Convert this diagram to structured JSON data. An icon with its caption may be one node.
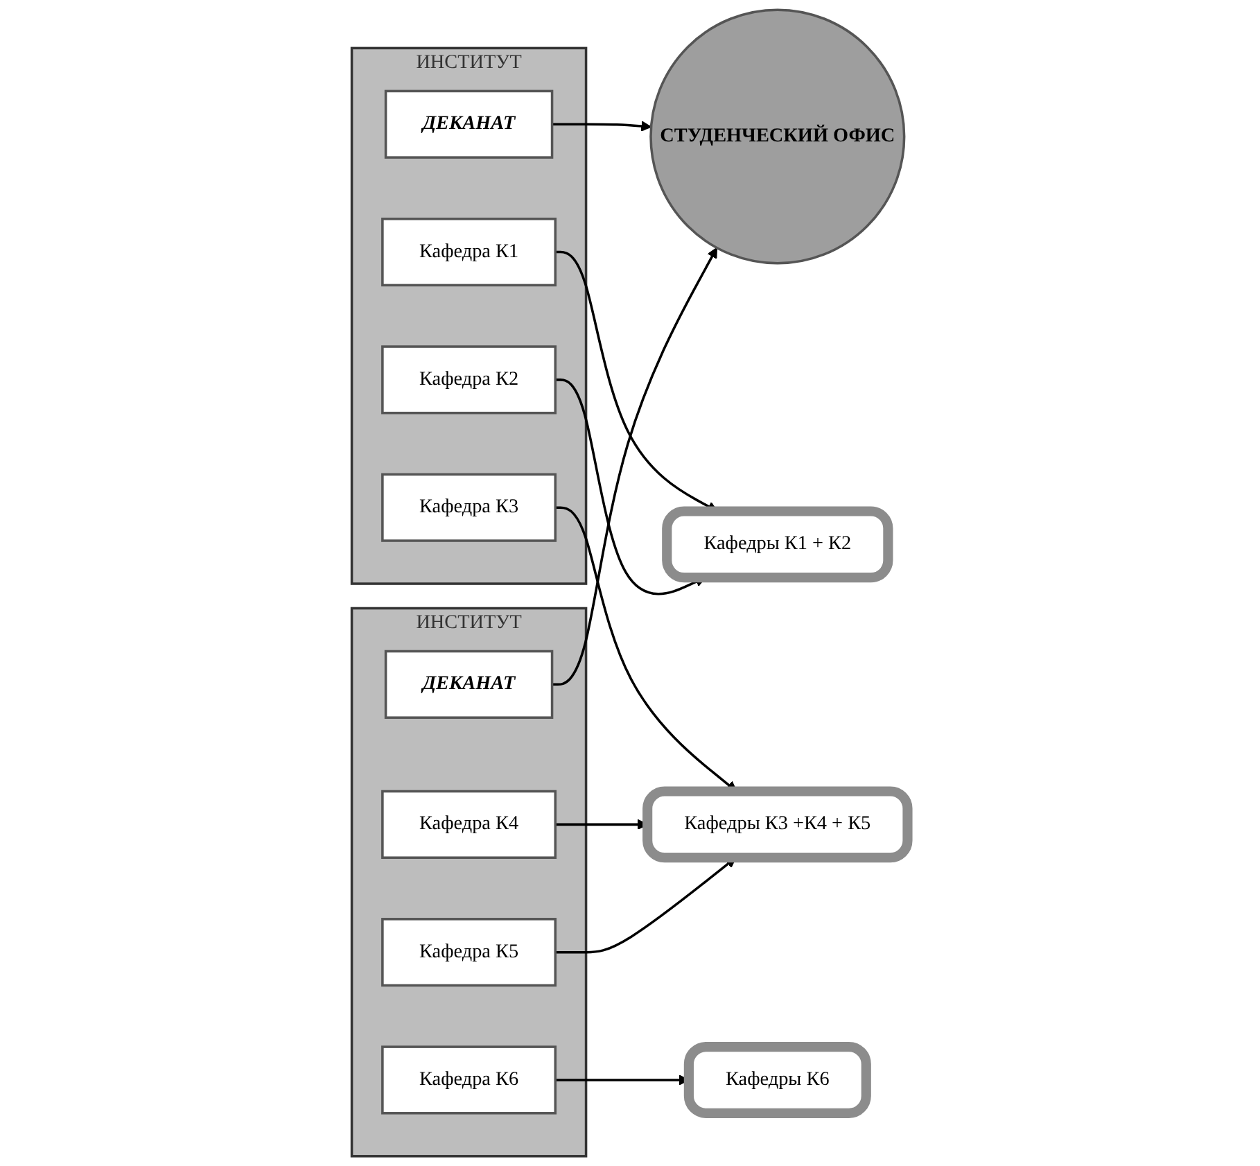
{
  "diagram": {
    "nodes": [
      {
        "text": [
          "ИНСТИТУТ"
        ]
      },
      {
        "text": [
          "ДЕКАНАТ"
        ],
        "in": 0
      },
      {
        "text": [
          "Кафедра К1"
        ],
        "in": 0
      },
      {
        "text": [
          "Кафедра К2"
        ],
        "in": 0
      },
      {
        "text": [
          "Кафедра К3"
        ],
        "in": 0
      },
      {
        "text": [
          "Кафедры К1 + К2"
        ]
      },
      {
        "text": [
          "Кафедры К3 +К4 + К5"
        ]
      },
      {
        "text": [
          "СТУДЕНЧЕСКИЙ ОФИС"
        ]
      },
      {
        "text": [
          "ИНСТИТУТ"
        ]
      },
      {
        "text": [
          "Кафедра К4"
        ],
        "in": 8
      },
      {
        "text": [
          "Кафедра К5"
        ],
        "in": 8
      },
      {
        "text": [
          "Кафедра К6"
        ],
        "in": 8
      },
      {
        "text": [
          "ДЕКАНАТ"
        ],
        "in": 8
      },
      {
        "text": [
          "Кафедры К6"
        ]
      }
    ],
    "edges": [
      {
        "from": 1,
        "to": 7,
        "arrow": "to"
      },
      {
        "from": 2,
        "to": 5,
        "arrow": "to"
      },
      {
        "from": 3,
        "to": 5,
        "arrow": "to"
      },
      {
        "from": 4,
        "to": 6,
        "arrow": "to"
      },
      {
        "from": 9,
        "to": 6,
        "arrow": "to"
      },
      {
        "from": 10,
        "to": 6,
        "arrow": "to"
      },
      {
        "from": 11,
        "to": 13,
        "arrow": "to"
      },
      {
        "from": 12,
        "to": 7,
        "arrow": "to"
      }
    ]
  }
}
